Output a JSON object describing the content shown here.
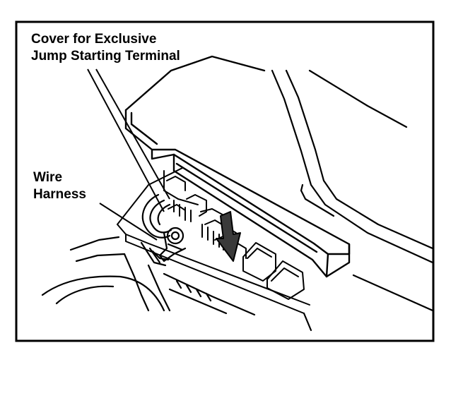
{
  "labels": {
    "cover_line1": "Cover for Exclusive",
    "cover_line2": "Jump Starting Terminal",
    "wire_line1": "Wire",
    "wire_line2": "Harness"
  },
  "colors": {
    "ink": "#000000",
    "paper": "#ffffff",
    "arrow_fill": "#3a3a3a"
  }
}
